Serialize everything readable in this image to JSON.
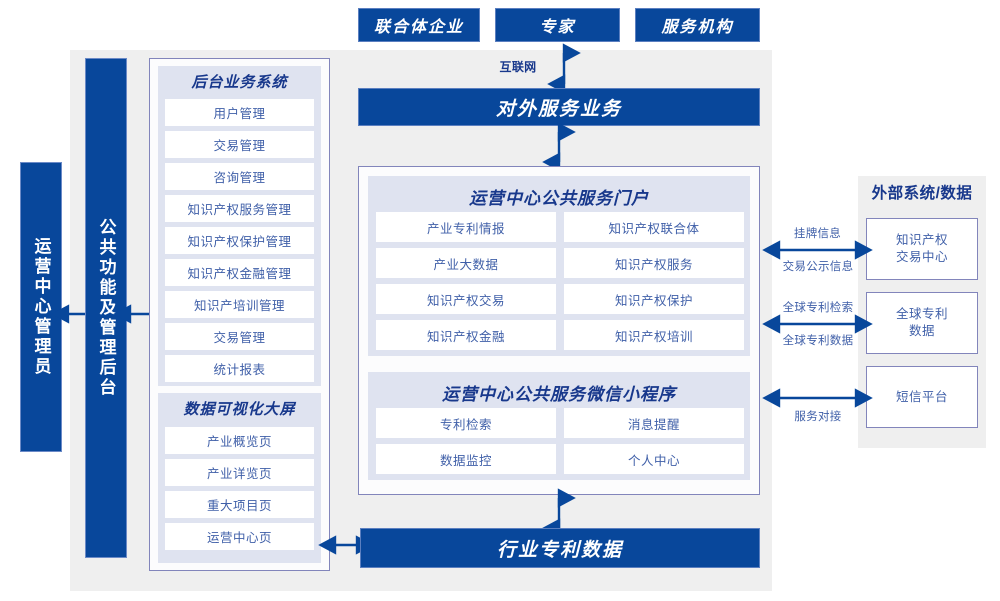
{
  "diagram": {
    "title_top_row": [
      {
        "label": "联合体企业"
      },
      {
        "label": "专家"
      },
      {
        "label": "服务机构"
      }
    ],
    "internet_label": "互联网",
    "external_service_bar": "对外服务业务",
    "industry_patent_bar": "行业专利数据",
    "left_bars": [
      {
        "label": "运营中心管理员"
      },
      {
        "label": "公共功能及管理后台"
      }
    ],
    "backend_group": {
      "title": "后台业务系统",
      "items": [
        "用户管理",
        "交易管理",
        "咨询管理",
        "知识产权服务管理",
        "知识产权保护管理",
        "知识产权金融管理",
        "知识产培训管理",
        "交易管理",
        "统计报表"
      ]
    },
    "bigscreen_group": {
      "title": "数据可视化大屏",
      "items": [
        "产业概览页",
        "产业详览页",
        "重大项目页",
        "运营中心页"
      ]
    },
    "portal_group": {
      "title": "运营中心公共服务门户",
      "items": [
        "产业专利情报",
        "知识产权联合体",
        "产业大数据",
        "知识产权服务",
        "知识产权交易",
        "知识产权保护",
        "知识产权金融",
        "知识产权培训"
      ]
    },
    "miniprogram_group": {
      "title": "运营中心公共服务微信小程序",
      "items": [
        "专利检索",
        "消息提醒",
        "数据监控",
        "个人中心"
      ]
    },
    "external_panel": {
      "title": "外部系统/数据",
      "boxes": [
        {
          "label": "知识产权\n交易中心"
        },
        {
          "label": "全球专利\n数据"
        },
        {
          "label": "短信平台"
        }
      ],
      "connectors": [
        {
          "above": "挂牌信息",
          "below": "交易公示信息"
        },
        {
          "above": "全球专利检索",
          "below": "全球专利数据"
        },
        {
          "above": "",
          "below": "服务对接"
        }
      ]
    },
    "colors": {
      "brand_blue": "#08479b",
      "panel_gray": "#efefef",
      "group_lavender": "#dfe3f0",
      "border_purple": "#8285bb",
      "text_blue": "#3f5fa8",
      "title_blue": "#18388c"
    }
  }
}
